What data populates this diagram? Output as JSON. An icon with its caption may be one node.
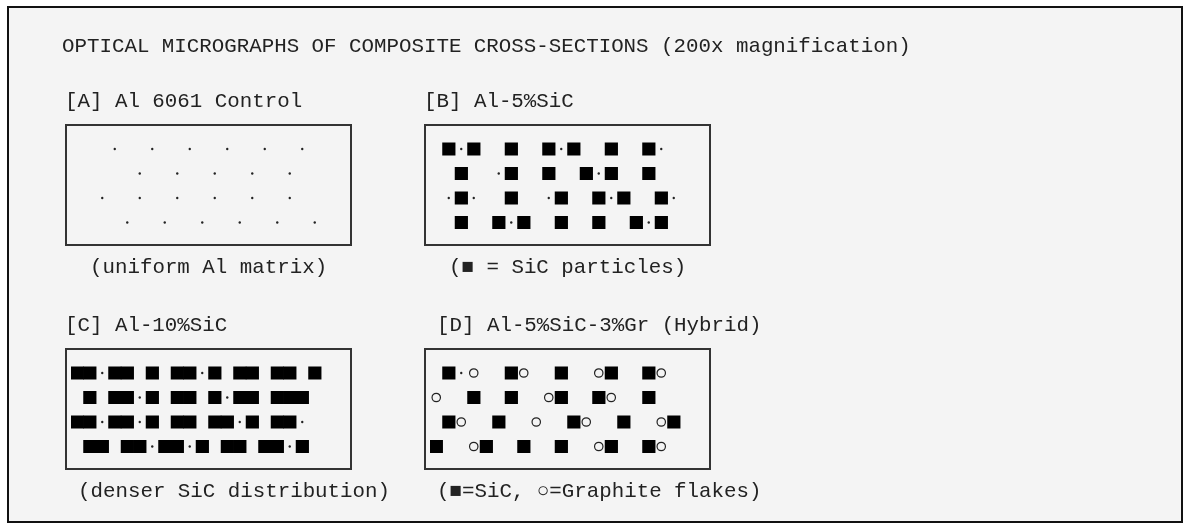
{
  "diagram": {
    "title": "OPTICAL MICROGRAPHS OF COMPOSITE CROSS-SECTIONS (200x magnification)",
    "nodes": [
      {
        "text": [
          "[A] Al 6061 Control"
        ],
        "beside": [
          "(uniform Al matrix)"
        ]
      },
      {
        "text": [
          "[B] Al-5%SiC"
        ],
        "beside": [
          "(■ = SiC particles)"
        ]
      },
      {
        "text": [
          "[C] Al-10%SiC"
        ],
        "beside": [
          "(denser SiC distribution)"
        ]
      },
      {
        "text": [
          "[D] Al-5%SiC-3%Gr (Hybrid)"
        ],
        "beside": [
          "(■=SiC, ○=Graphite flakes)"
        ]
      }
    ]
  }
}
